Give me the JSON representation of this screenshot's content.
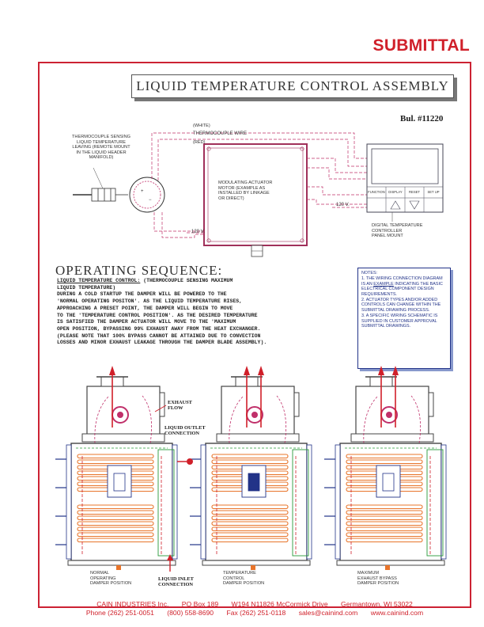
{
  "header": {
    "stamp": "SUBMITTAL",
    "title": "LIQUID TEMPERATURE CONTROL ASSEMBLY",
    "bulletin": "Bul. #11220"
  },
  "wiring": {
    "thermocouple_label": [
      "THERMOCOUPLE SENSING",
      "LIQUID TEMPERATURE",
      "LEAVING (REMOTE MOUNT",
      "IN THE LIQUID HEADER",
      "MANIFOLD)"
    ],
    "white": "(WHITE)",
    "wire": "THERMOCOUPLE WIRE",
    "red": "(RED)",
    "actuator_label": [
      "MODULATING ACTUATOR",
      "MOTOR (EXAMPLE AS",
      "INSTALLED BY LINKAGE",
      "OR DIRECT)"
    ],
    "v120_left": "120 V.",
    "v120_right": "120 V.",
    "buttons": [
      "FUNCTION",
      "DISPLAY",
      "RESET",
      "SET UP"
    ],
    "controller_label": [
      "DIGITAL TEMPERATURE",
      "CONTROLLER",
      "PANEL MOUNT"
    ]
  },
  "sequence": {
    "title": "OPERATING SEQUENCE:",
    "heading": "LIQUID TEMPERATURE CONTROL:",
    "lines": [
      " (THERMOCOUPLE SENSING MAXIMUM",
      "LIQUID TEMPERATURE)",
      "DURING A COLD STARTUP THE DAMPER WILL BE POWERED TO THE",
      "'NORMAL OPERATING POSITON'.  AS THE LIQUID TEMPERATURE RISES,",
      "APPROACHING A PRESET POINT, THE DAMPER WILL BEGIN TO MOVE",
      "TO THE 'TEMPERATURE CONTROL POSITION'.  AS THE DESIRED TEMPERATURE",
      "IS SATISFIED THE DAMPER ACTUATOR WILL MOVE TO THE 'MAXIMUM",
      "OPEN POSITION, BYPASSING 99% EXHAUST AWAY FROM THE HEAT EXCHANGER.",
      "(PLEASE NOTE THAT 100% BYPASS CANNOT BE ATTAINED DUE TO CONVECTION",
      "LOSSES AND MINOR EXHAUST LEAKAGE THROUGH THE DAMPER BLADE ASSEMBLY)."
    ]
  },
  "notes": {
    "title": "NOTES:",
    "n1_a": "1. THE WIRING CONNECTION DIAGRAM IS AN ",
    "n1_u": "EXAMPLE",
    "n1_b": " INDICATING THE BASIC ELECTRICAL COMPONENT DESIGN REQUIREMENTS.",
    "n2": "2. ACTUATOR TYPES AND/OR ADDED CONTROLS CAN CHANGE WITHIN THE SUBMITTAL DRAWING PROCESS.",
    "n3": "3. A SPECIFIC WIRING SCHEMATIC IS SUPPLIED IN CUSTOMER APPROVAL SUBMITTAL DRAWINGS."
  },
  "diagrams": {
    "exhaust_flow": [
      "EXHAUST",
      "FLOW"
    ],
    "liquid_outlet": [
      "LIQUID OUTLET",
      "CONNECTION"
    ],
    "liquid_inlet": [
      "LIQUID INLET",
      "CONNECTION"
    ],
    "positions": [
      [
        "NORMAL",
        "OPERATING",
        "DAMPER POSITION"
      ],
      [
        "TEMPERATURE",
        "CONTROL",
        "DAMPER POSITION"
      ],
      [
        "MAXIMUM",
        "EXHAUST BYPASS",
        "DAMPER POSITION"
      ]
    ]
  },
  "footer": {
    "company": "CAIN INDUSTRIES Inc.",
    "pobox": "PO Box 189",
    "street": "W194 N11826 McCormick Drive",
    "city": "Germantown, WI 53022",
    "phone": "Phone (262) 251-0051",
    "tollfree": "(800) 558-8690",
    "fax": "Fax (262) 251-0118",
    "email": "sales@cainind.com",
    "web": "www.cainind.com"
  },
  "colors": {
    "red": "#d0202a",
    "magenta": "#c0306a",
    "orange": "#e8742a",
    "blue": "#223388",
    "green": "#2a9a3a",
    "gray": "#444444"
  },
  "icons": [
    "thermocouple-probe-icon",
    "actuator-motor-icon",
    "temperature-controller-icon",
    "up-arrow-icon",
    "down-arrow-icon",
    "exhaust-arrow-icon",
    "heat-exchanger-icon"
  ]
}
